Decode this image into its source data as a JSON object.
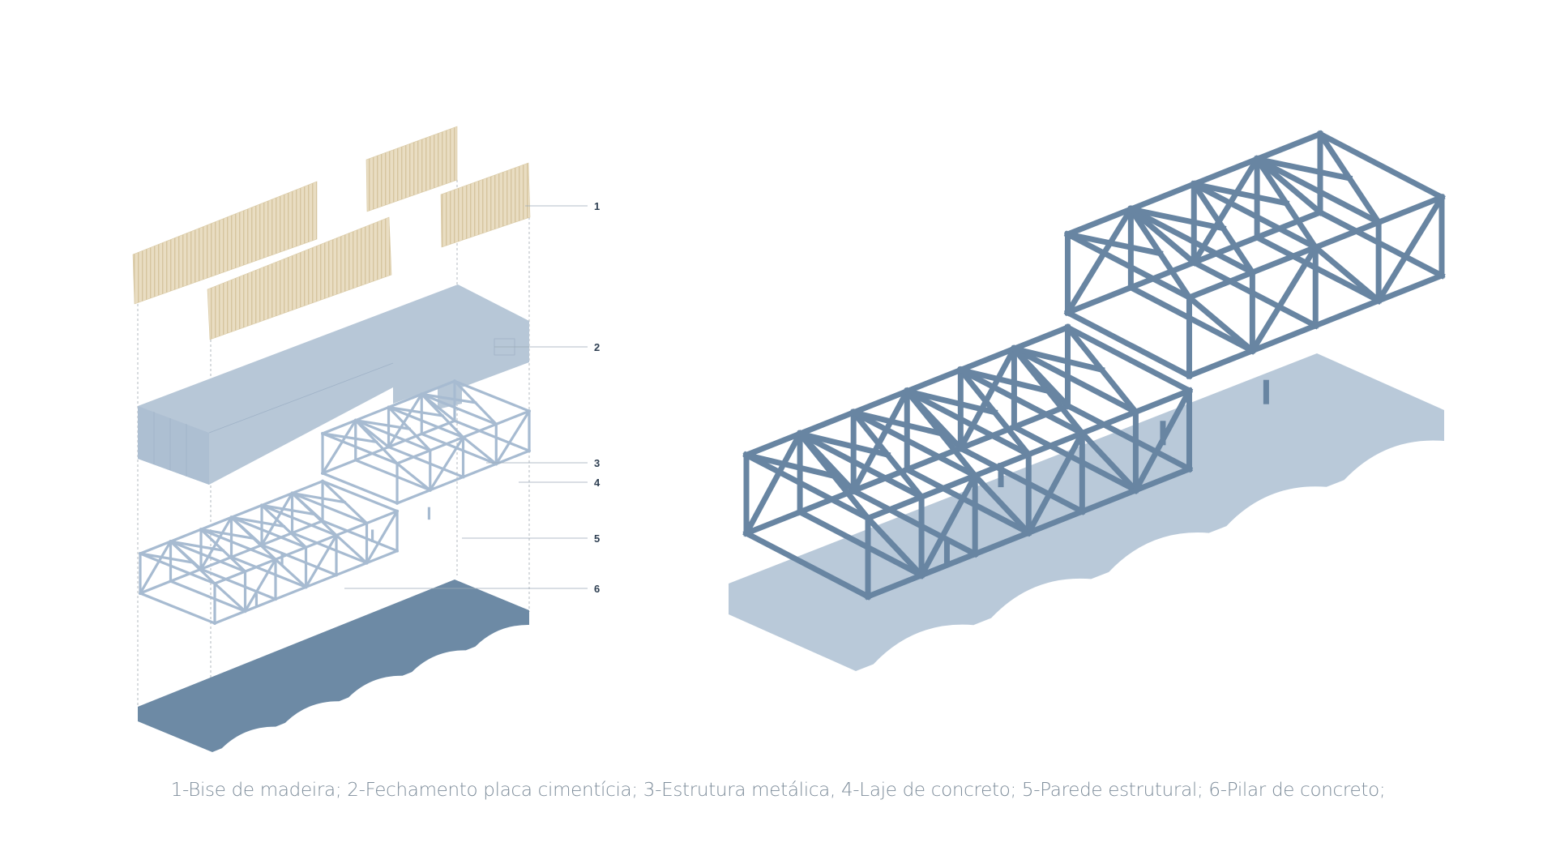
{
  "labels": [
    "1",
    "2",
    "3",
    "4",
    "5",
    "6"
  ],
  "caption": "1-Bise de madeira; 2-Fechamento placa cimentícia; 3-Estrutura metálica, 4-Laje de concreto; 5-Parede estrutural; 6-Pilar de concreto;",
  "colors": {
    "wood": "#e9ddc2",
    "wood_stripe": "#d8c8a2",
    "cladding": "#b7c7d7",
    "truss_light": "#a7bbd1",
    "truss_dark": "#6885a2",
    "slab_dark": "#6d8aa5",
    "slab_light": "#b9c9d9",
    "leader": "#9aa8b6",
    "caption": "#7d8c9a"
  }
}
